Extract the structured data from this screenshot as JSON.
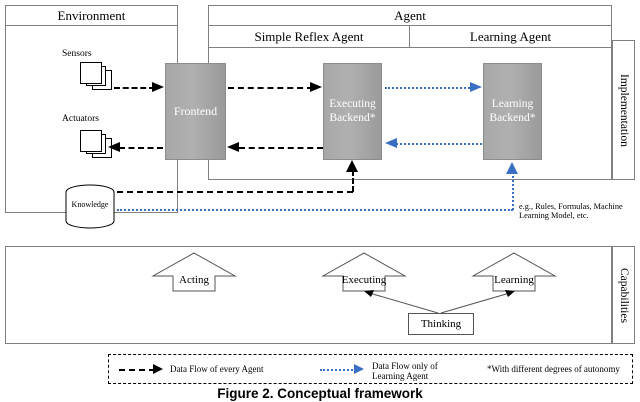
{
  "figure": {
    "caption": "Figure 2. Conceptual framework"
  },
  "environment": {
    "title": "Environment",
    "sensors_label": "Sensors",
    "actuators_label": "Actuators",
    "knowledge_label": "Knowledge"
  },
  "agent": {
    "title": "Agent",
    "columns": [
      {
        "label": "Simple Reflex Agent"
      },
      {
        "label": "Learning Agent"
      }
    ],
    "side_label": "Implementation"
  },
  "blocks": {
    "frontend": "Frontend",
    "executing_backend": "Executing\nBackend*",
    "executing_backend_line1": "Executing",
    "executing_backend_line2": "Backend*",
    "learning_backend_line1": "Learning",
    "learning_backend_line2": "Backend*"
  },
  "notes": {
    "knowledge_example_line1": "e.g., Rules, Formulas, Machine",
    "knowledge_example_line2": "Learning Model, etc."
  },
  "capabilities": {
    "side_label": "Capabilities",
    "items": [
      {
        "label": "Acting"
      },
      {
        "label": "Executing"
      },
      {
        "label": "Learning"
      }
    ],
    "thinking_label": "Thinking"
  },
  "legend": {
    "items": [
      {
        "style": "dashed-black",
        "label": "Data Flow of every Agent"
      },
      {
        "style": "dotted-blue",
        "label_line1": "Data Flow only of",
        "label_line2": "Learning Agent"
      },
      {
        "style": "text",
        "label": "*With different degrees of autonomy"
      }
    ]
  },
  "colors": {
    "block_fill": "#a8a8a8",
    "outline": "#808080",
    "dashed_flow": "#000000",
    "dotted_flow": "#3b6fc4"
  }
}
